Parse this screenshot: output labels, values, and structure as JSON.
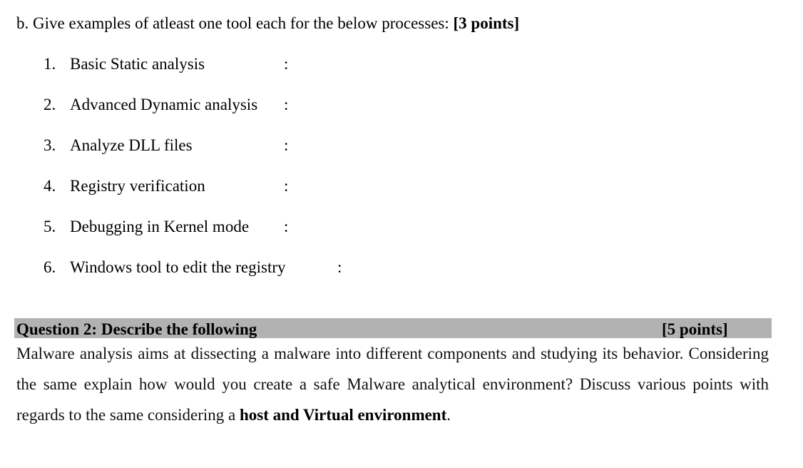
{
  "part_b": {
    "prefix": "b. Give examples of atleast one tool each for the below processes: ",
    "points": "[3 points]",
    "items": [
      {
        "number": "1.",
        "label": "Basic Static analysis",
        "separator": ":",
        "answer": ""
      },
      {
        "number": "2.",
        "label": "Advanced Dynamic analysis",
        "separator": ":",
        "answer": ""
      },
      {
        "number": "3.",
        "label": "Analyze DLL files",
        "separator": ":",
        "answer": ""
      },
      {
        "number": "4.",
        "label": "Registry verification",
        "separator": ":",
        "answer": ""
      },
      {
        "number": "5.",
        "label": "Debugging in Kernel mode",
        "separator": ":",
        "answer": ""
      },
      {
        "number": "6.",
        "label": "Windows tool to edit the registry",
        "separator": ":",
        "answer": ""
      }
    ]
  },
  "question_2": {
    "title": "Question 2: Describe the following",
    "points": "[5 points]",
    "header_bg": "#b2b2b2",
    "body": {
      "text_before_bold": "Malware analysis aims at dissecting a malware into different components and studying its behavior. Considering the same explain how would you create a safe Malware analytical environment? Discuss various points with regards to the same considering a ",
      "bold_text": "host and Virtual environment",
      "text_after_bold": "."
    }
  }
}
